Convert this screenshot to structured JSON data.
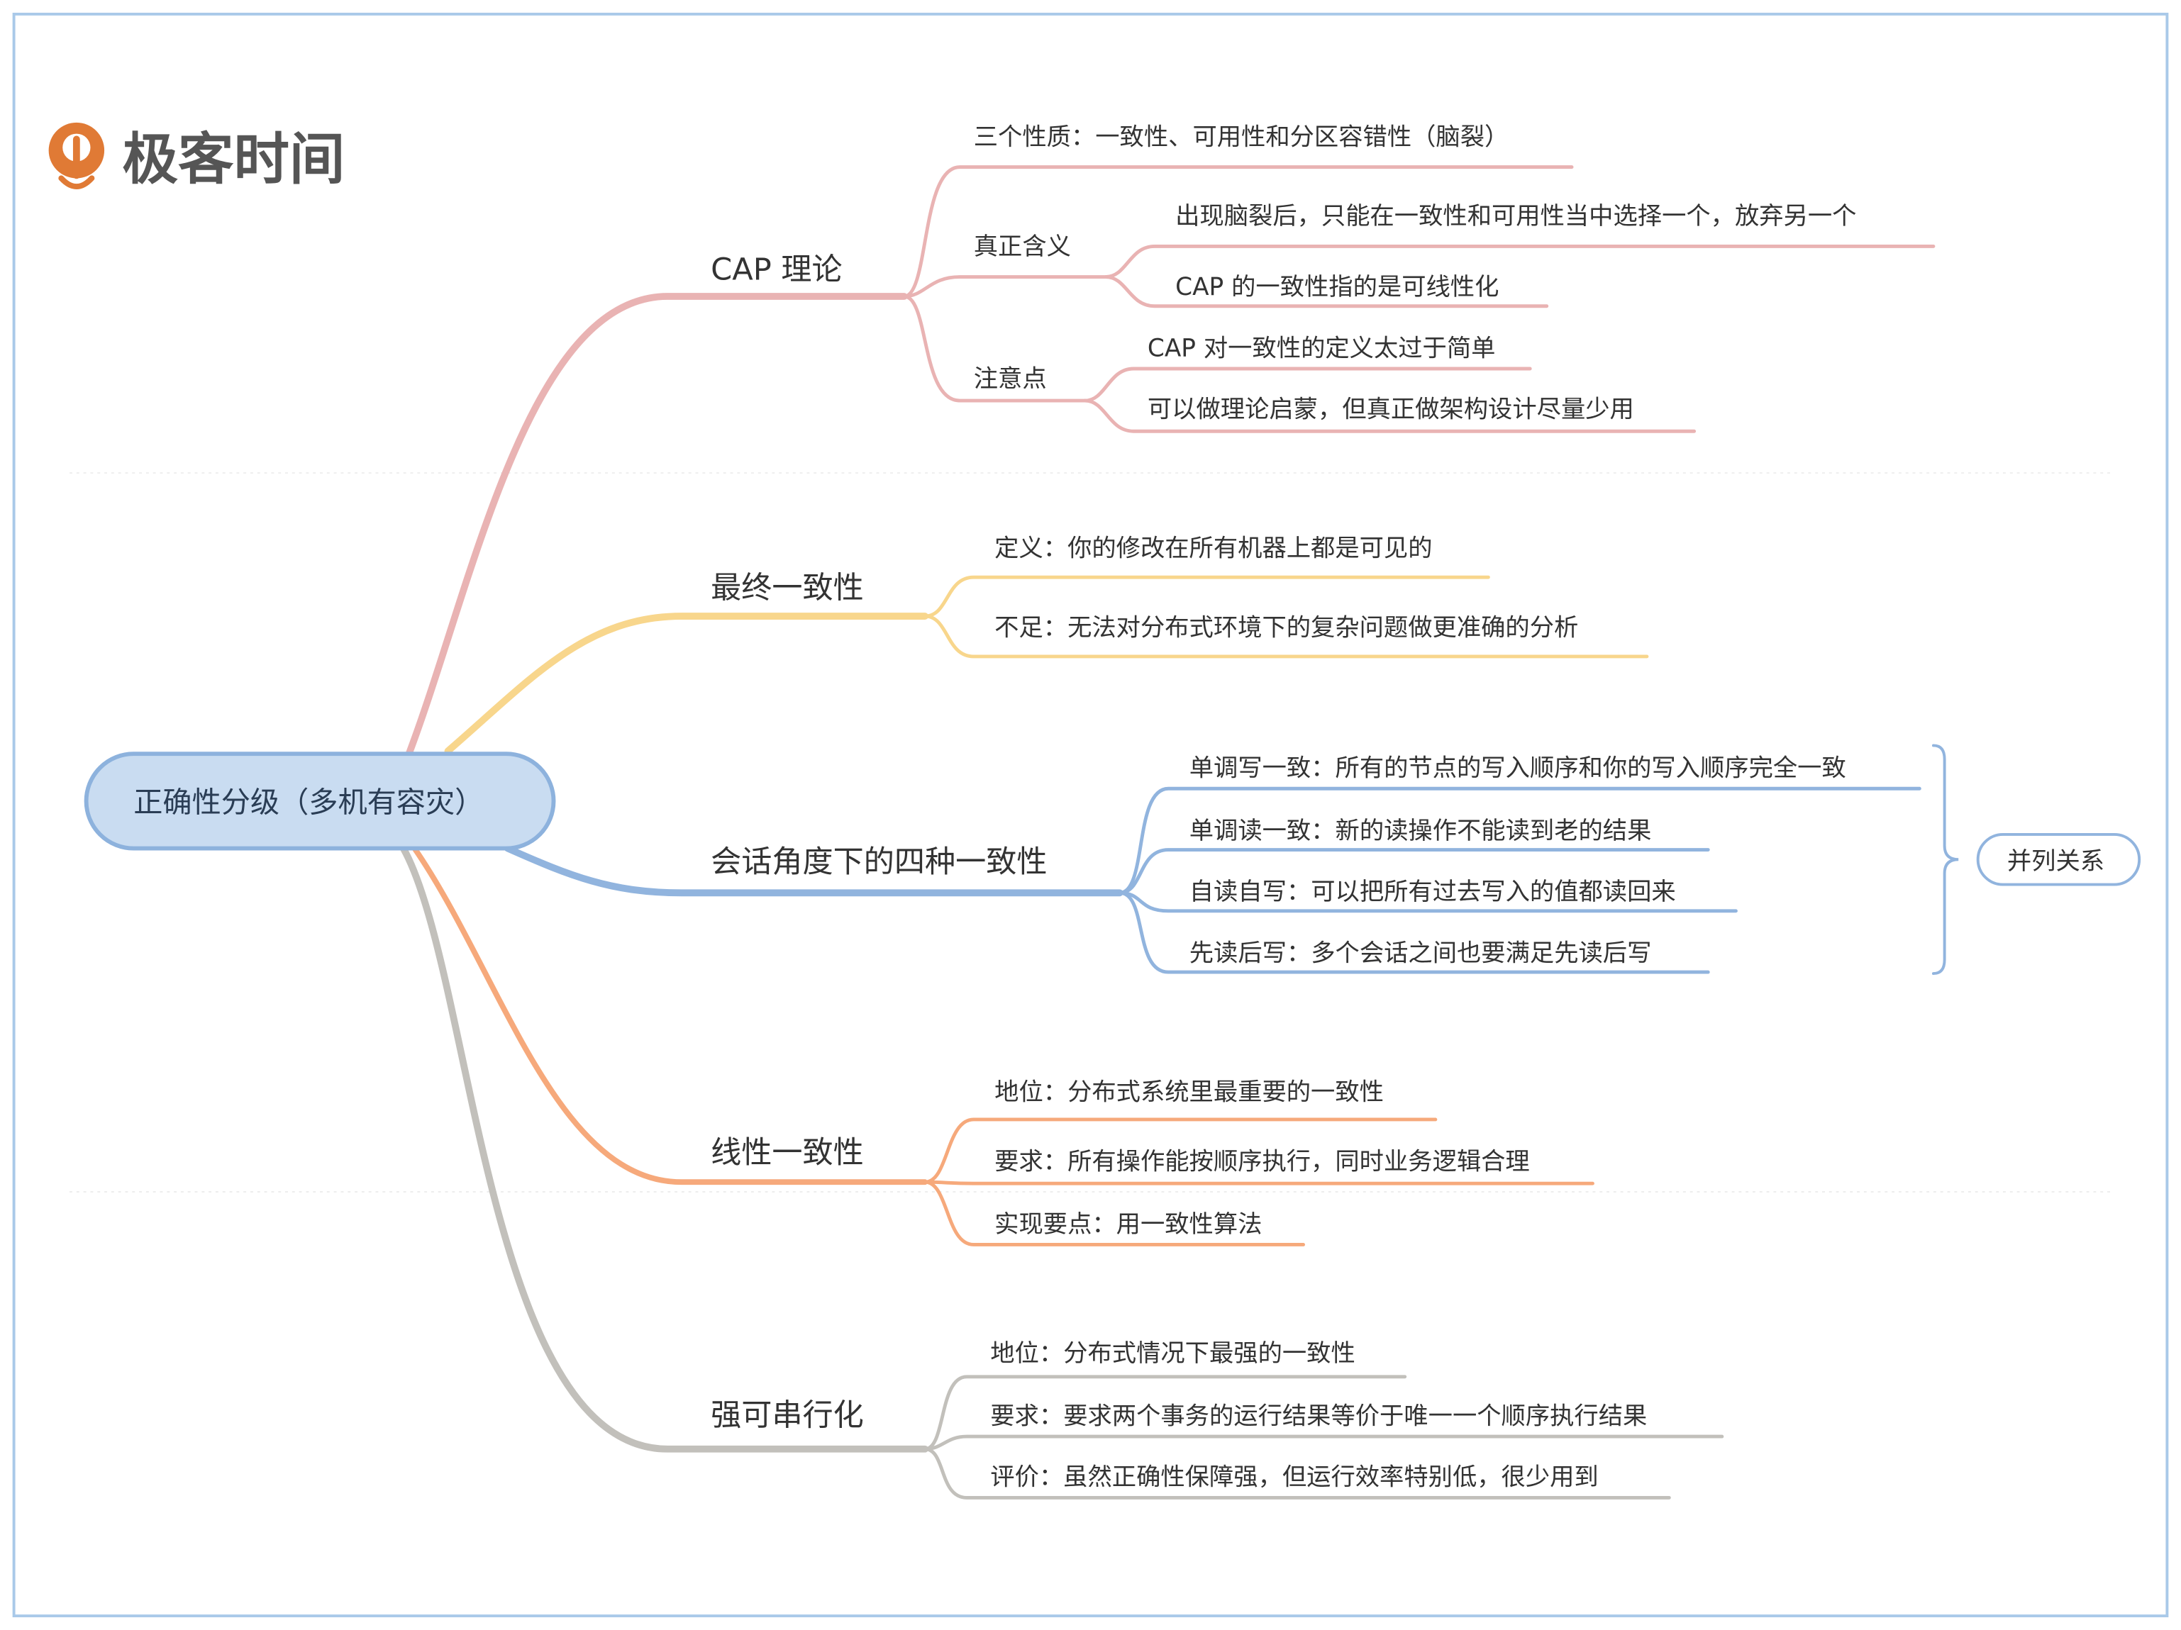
{
  "logo": {
    "text": "极客时间"
  },
  "root": {
    "label": "正确性分级（多机有容灾）"
  },
  "colors": {
    "cap": "#e9b3b3",
    "eventual": "#f8d68c",
    "session": "#91b4de",
    "linear": "#f6a97b",
    "serial": "#c2c0bb",
    "root_fill": "#c9dcf1",
    "root_stroke": "#8db2dd",
    "border": "#a9c9e9"
  },
  "branches": [
    {
      "label": "CAP 理论",
      "children": [
        {
          "label": "三个性质：一致性、可用性和分区容错性（脑裂）"
        },
        {
          "label": "真正含义",
          "children": [
            {
              "label": "出现脑裂后，只能在一致性和可用性当中选择一个，放弃另一个"
            },
            {
              "label": "CAP 的一致性指的是可线性化"
            }
          ]
        },
        {
          "label": "注意点",
          "children": [
            {
              "label": "CAP 对一致性的定义太过于简单"
            },
            {
              "label": "可以做理论启蒙，但真正做架构设计尽量少用"
            }
          ]
        }
      ]
    },
    {
      "label": "最终一致性",
      "children": [
        {
          "label": "定义：你的修改在所有机器上都是可见的"
        },
        {
          "label": "不足：无法对分布式环境下的复杂问题做更准确的分析"
        }
      ]
    },
    {
      "label": "会话角度下的四种一致性",
      "children": [
        {
          "label": "单调写一致：所有的节点的写入顺序和你的写入顺序完全一致"
        },
        {
          "label": "单调读一致：新的读操作不能读到老的结果"
        },
        {
          "label": "自读自写：可以把所有过去写入的值都读回来"
        },
        {
          "label": "先读后写：多个会话之间也要满足先读后写"
        }
      ],
      "summary": "并列关系"
    },
    {
      "label": "线性一致性",
      "children": [
        {
          "label": "地位：分布式系统里最重要的一致性"
        },
        {
          "label": "要求：所有操作能按顺序执行，同时业务逻辑合理"
        },
        {
          "label": "实现要点：用一致性算法"
        }
      ]
    },
    {
      "label": "强可串行化",
      "children": [
        {
          "label": "地位：分布式情况下最强的一致性"
        },
        {
          "label": "要求：要求两个事务的运行结果等价于唯一一个顺序执行结果"
        },
        {
          "label": "评价：虽然正确性保障强，但运行效率特别低，很少用到"
        }
      ]
    }
  ]
}
